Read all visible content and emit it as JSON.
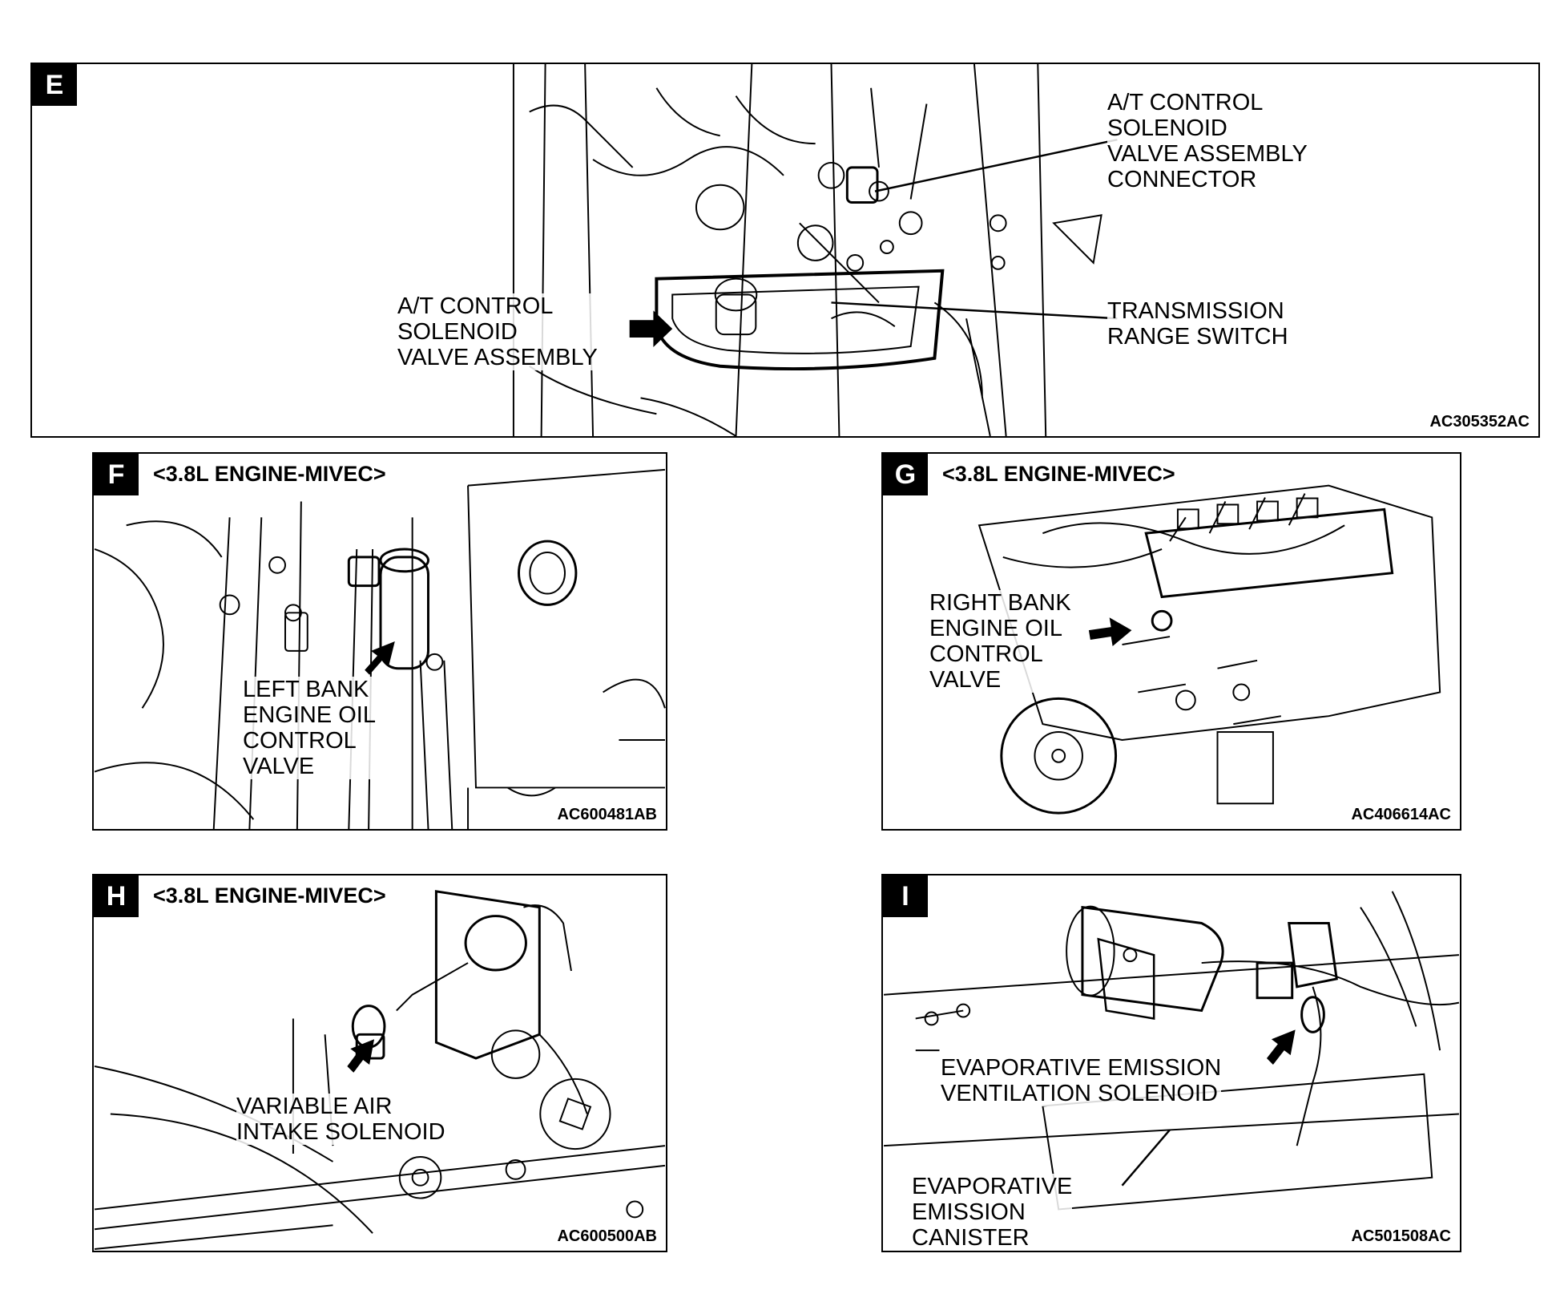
{
  "panels": {
    "E": {
      "letter": "E",
      "code": "AC305352AC",
      "labels": {
        "connector": [
          "A/T CONTROL",
          "SOLENOID",
          "VALVE ASSEMBLY",
          "CONNECTOR"
        ],
        "solenoid": [
          "A/T CONTROL",
          "SOLENOID",
          "VALVE ASSEMBLY"
        ],
        "range_switch": [
          "TRANSMISSION",
          "RANGE SWITCH"
        ]
      }
    },
    "F": {
      "letter": "F",
      "tag": "<3.8L ENGINE-MIVEC>",
      "code": "AC600481AB",
      "labels": {
        "valve": [
          "LEFT BANK",
          "ENGINE OIL",
          "CONTROL",
          "VALVE"
        ]
      }
    },
    "G": {
      "letter": "G",
      "tag": "<3.8L ENGINE-MIVEC>",
      "code": "AC406614AC",
      "labels": {
        "valve": [
          "RIGHT BANK",
          "ENGINE OIL",
          "CONTROL",
          "VALVE"
        ]
      }
    },
    "H": {
      "letter": "H",
      "tag": "<3.8L ENGINE-MIVEC>",
      "code": "AC600500AB",
      "labels": {
        "solenoid": [
          "VARIABLE AIR",
          "INTAKE SOLENOID"
        ]
      }
    },
    "I": {
      "letter": "I",
      "code": "AC501508AC",
      "labels": {
        "solenoid": [
          "EVAPORATIVE EMISSION",
          "VENTILATION SOLENOID"
        ],
        "canister": [
          "EVAPORATIVE",
          "EMISSION",
          "CANISTER"
        ]
      }
    }
  }
}
